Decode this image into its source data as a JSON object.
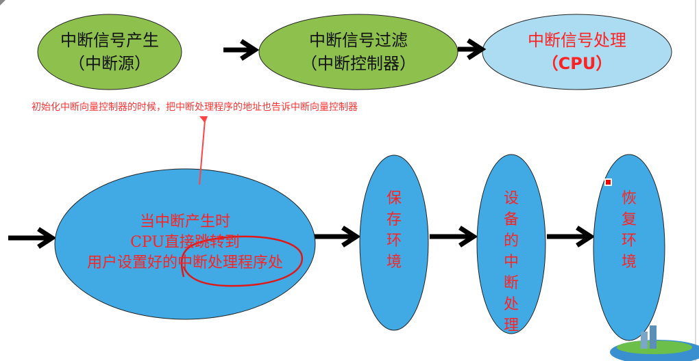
{
  "top_nodes": [
    {
      "line1": "中断信号产生",
      "line2": "（中断源）"
    },
    {
      "line1": "中断信号过滤",
      "line2": "（中断控制器）"
    },
    {
      "line1": "中断信号处理",
      "line2": "（CPU）"
    }
  ],
  "note": "初始化中断向量控制器的时候，把中断处理程序的地址也告诉中断向量控制器",
  "main_node": {
    "line1": "当中断产生时",
    "line2": "CPU直接跳转到",
    "line3": "用户设置好的中断处理程序处"
  },
  "steps": [
    {
      "label": "保存环境"
    },
    {
      "label": "设备的中断处理"
    },
    {
      "label": "恢复环境"
    }
  ],
  "colors": {
    "green": "#8dc04c",
    "light_blue": "#acdcf2",
    "blue": "#41a9e3",
    "red": "#ff2020"
  }
}
